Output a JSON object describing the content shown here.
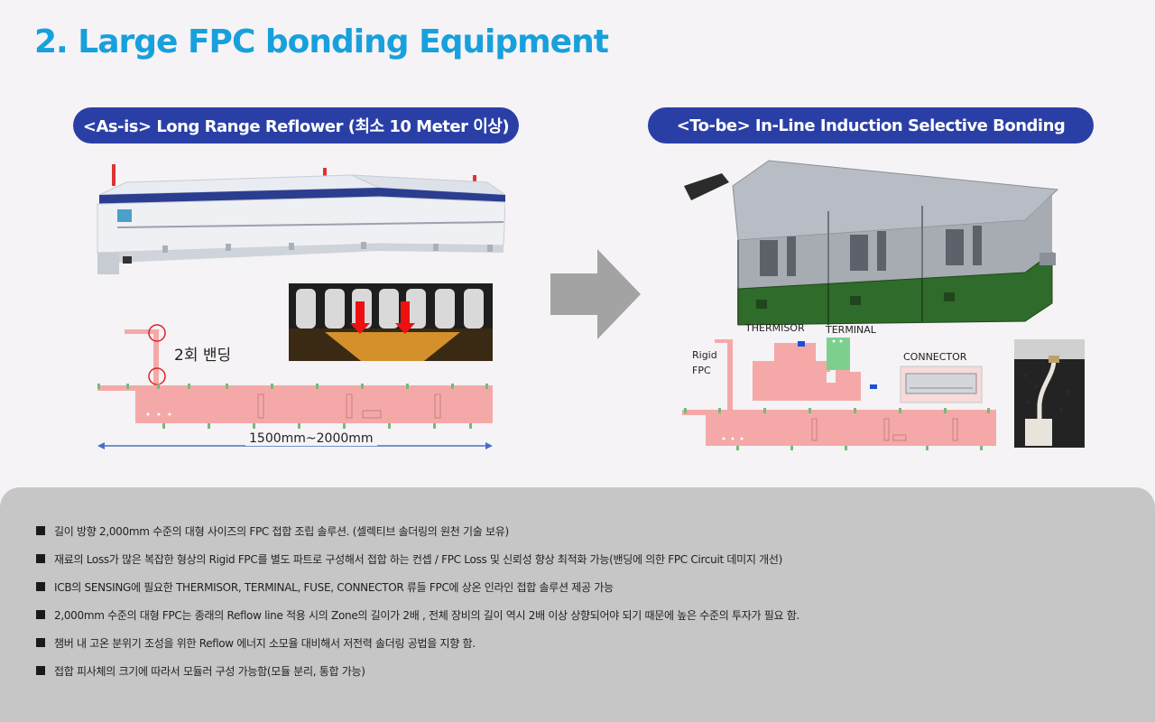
{
  "header": {
    "title": "2. Large FPC bonding Equipment"
  },
  "as_is": {
    "label": "<As-is> Long Range Reflower (최소 10 Meter 이상)",
    "bending_label": "2회 밴딩",
    "dimension_label": "1500mm~2000mm"
  },
  "to_be": {
    "label": "<To-be> In-Line Induction Selective Bonding",
    "labels": {
      "thermisor": "THERMISOR",
      "terminal": "TERMINAL",
      "connector": "CONNECTOR",
      "rigid_line1": "Rigid",
      "rigid_line2": "FPC"
    }
  },
  "colors": {
    "title": "#17a0dc",
    "pill": "#2a3fa6",
    "fpc_pink": "#f4a9a8",
    "machine_green": "#2f6b2a",
    "arrow_gray": "#a3a3a3",
    "panel_gray": "#c6c6c6"
  },
  "notes": [
    "길이 방향 2,000mm 수준의 대형 사이즈의 FPC 접합 조립 솔루션. (셀렉티브 솔더링의 원천 기술 보유)",
    "재료의 Loss가 많은 복잡한 형상의 Rigid FPC를 별도 파트로 구성해서 접합 하는 컨셉 / FPC Loss 및 신뢰성 향상 최적화 가능(밴딩에 의한 FPC Circuit 데미지 개선)",
    "ICB의 SENSING에 필요한 THERMISOR, TERMINAL, FUSE, CONNECTOR 류들 FPC에 상온 인라인 접합 솔루션 제공 가능",
    "2,000mm 수준의 대형 FPC는 종래의 Reflow line 적용 시의 Zone의 길이가 2배 , 전체 장비의 길이 역시 2배 이상 상향되어야 되기 때문에 높은 수준의 투자가 필요 함.",
    "챔버 내 고온 분위기 조성을 위한 Reflow 에너지 소모율 대비해서 저전력 솔더링 공법을 지향 함.",
    "접합 피사체의 크기에 따라서 모듈러 구성 가능함(모듈 분리, 통합 가능)"
  ]
}
